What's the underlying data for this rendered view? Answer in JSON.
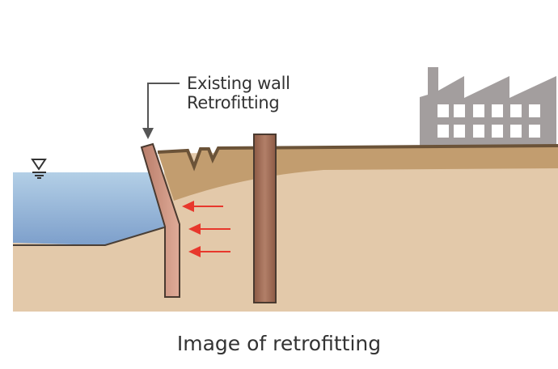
{
  "label": {
    "line1": "Existing wall",
    "line2": "Retrofitting"
  },
  "caption": "Image of retrofitting",
  "colors": {
    "water": "#8fb3d6",
    "soil": "#e3c9aa",
    "topsoil": "#c29d6f",
    "wall": "#c98f7b",
    "pile": "#a8705a",
    "factory": "#a39e9e",
    "arrow": "#e8372c"
  },
  "icons": [
    "water-level-icon",
    "factory-icon",
    "arrow-icon"
  ]
}
